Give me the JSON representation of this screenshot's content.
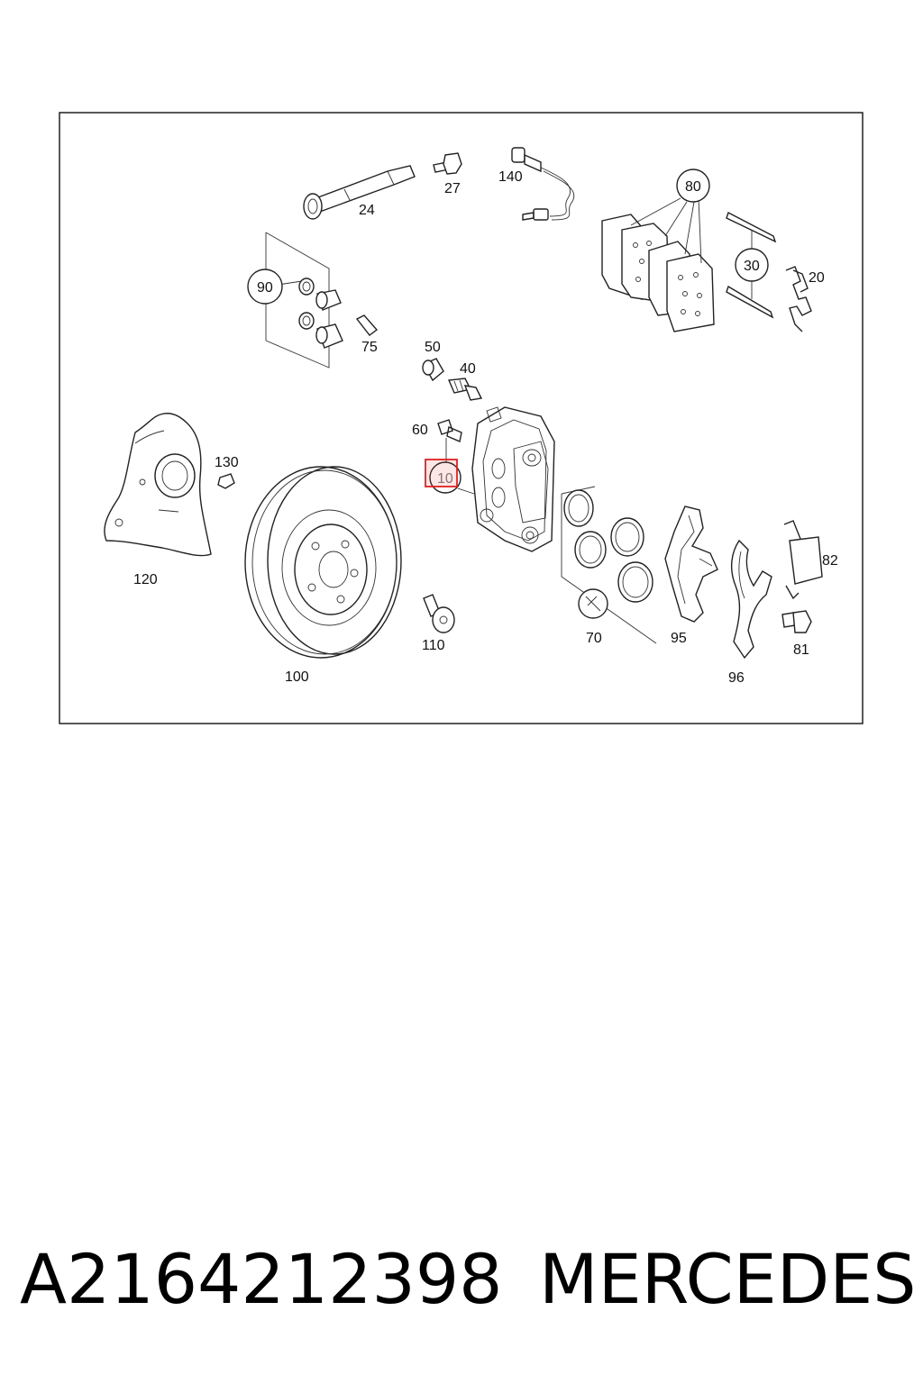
{
  "diagram": {
    "labels": {
      "l24": "24",
      "l27": "27",
      "l140": "140",
      "l80": "80",
      "l30": "30",
      "l20": "20",
      "l90": "90",
      "l75": "75",
      "l50": "50",
      "l40": "40",
      "l60": "60",
      "l10": "10",
      "l130": "130",
      "l120": "120",
      "l100": "100",
      "l110": "110",
      "l70": "70",
      "l95": "95",
      "l96": "96",
      "l82": "82",
      "l81": "81"
    },
    "highlight_color": "#e02020"
  },
  "footer": {
    "part_number": "A2164212398",
    "brand": "MERCEDES"
  }
}
